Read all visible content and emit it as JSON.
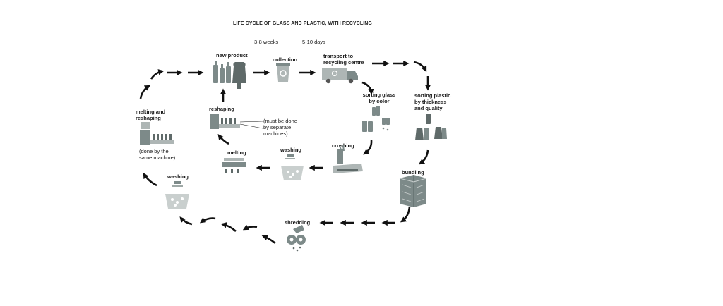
{
  "title": "LIFE CYCLE OF GLASS AND PLASTIC, WITH RECYCLING",
  "stages": {
    "new_product": "new product",
    "collection": "collection",
    "transport": [
      "transport to",
      "recycling centre"
    ],
    "sorting_glass": [
      "sorting glass",
      "by color"
    ],
    "sorting_plastic": [
      "sorting plastic",
      "by thickness",
      "and quality"
    ],
    "crushing": "crushing",
    "bundling": "bundling",
    "shredding": "shredding",
    "washing_glass": "washing",
    "melting": "melting",
    "reshaping": "reshaping",
    "melting_reshaping": [
      "melting and",
      "reshaping"
    ],
    "washing_plastic": "washing"
  },
  "durations": {
    "use": "3-8 weeks",
    "collection": "5-10 days"
  },
  "notes": {
    "separate": [
      "(must be done",
      "by separate",
      "machines)"
    ],
    "same": [
      "(done by the",
      "same machine)"
    ]
  },
  "colors": {
    "icon": "#7d8a89",
    "icon_dark": "#5f6a69",
    "arrow": "#111111"
  }
}
